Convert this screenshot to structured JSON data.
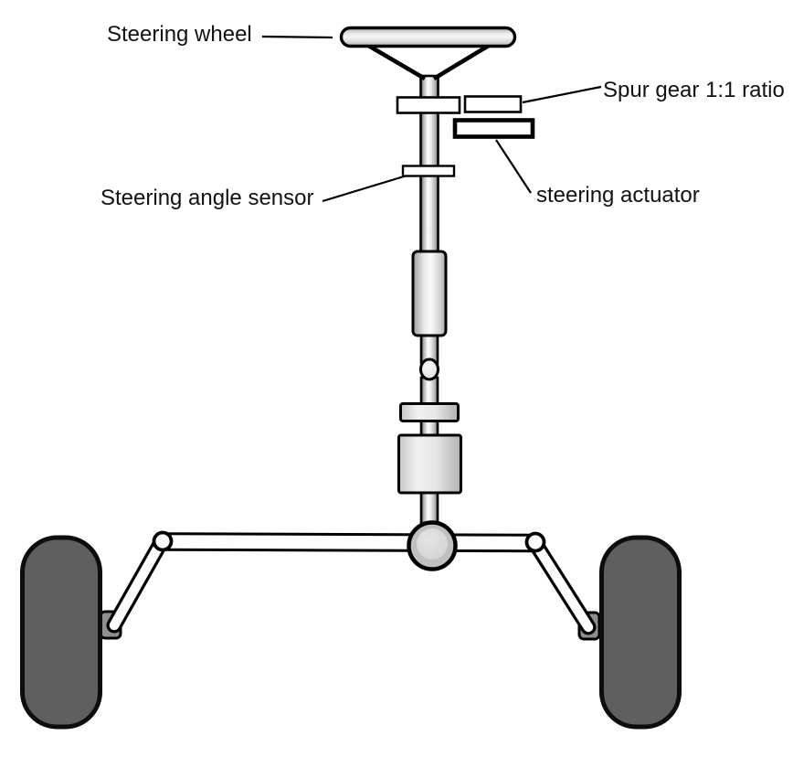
{
  "diagram": {
    "type": "steering-system-schematic",
    "labels": {
      "steering_wheel": "Steering wheel",
      "spur_gear": "Spur gear 1:1 ratio",
      "steering_actuator": "steering actuator",
      "steering_angle_sensor": "Steering angle sensor"
    },
    "components": [
      "steering-wheel",
      "steering-shaft",
      "spur-gear-pair",
      "steering-actuator",
      "steering-angle-sensor",
      "column-cylinder",
      "universal-joint",
      "gearbox-disc",
      "gearbox-housing",
      "center-pitman-joint",
      "tie-rod",
      "left-steering-arm",
      "right-steering-arm",
      "left-tire",
      "right-tire"
    ],
    "colors": {
      "background": "#ffffff",
      "outline": "#000000",
      "tire_fill": "#5f5f5f",
      "knuckle_fill": "#8f8f8f",
      "hub_fill": "#c0c0c0",
      "hub_inner_fill": "#d9d9d9",
      "joint_fill": "#fcfcfc",
      "component_fill": "#ffffff"
    }
  }
}
